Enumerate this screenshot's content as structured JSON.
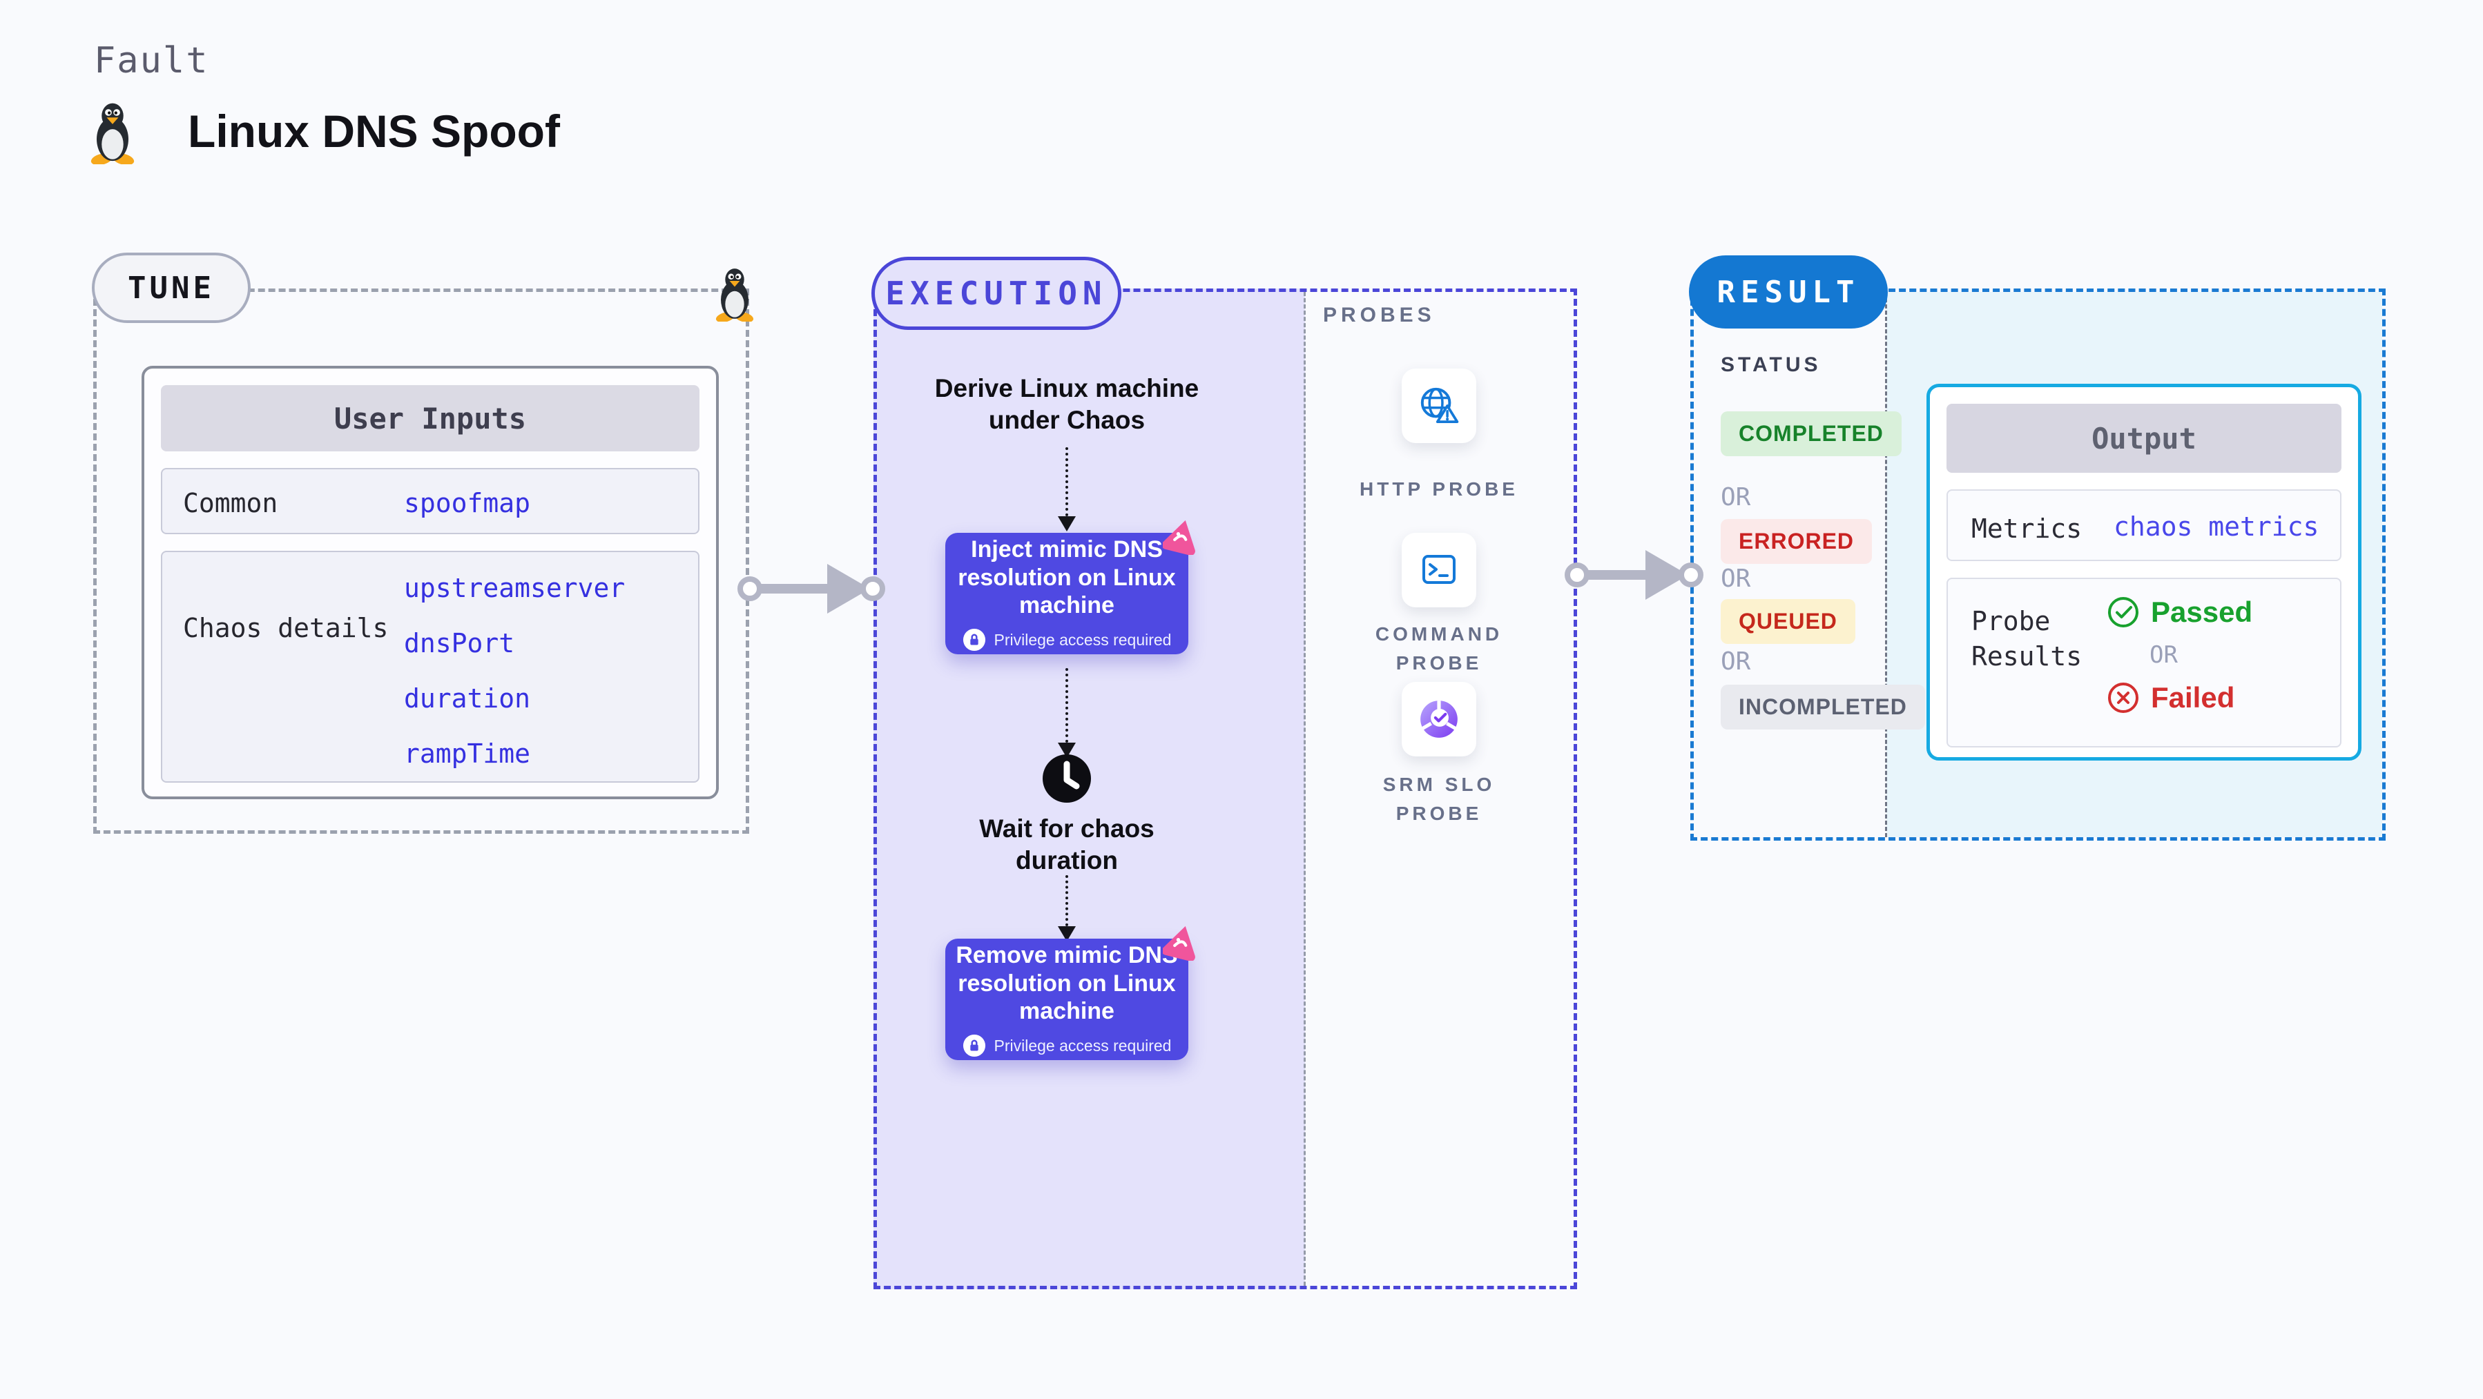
{
  "page": {
    "kicker": "Fault",
    "title": "Linux DNS Spoof"
  },
  "tune": {
    "label": "TUNE",
    "table": {
      "header": "User Inputs",
      "rows": [
        {
          "label": "Common",
          "values": [
            "spoofmap"
          ]
        },
        {
          "label": "Chaos details",
          "values": [
            "upstreamserver",
            "dnsPort",
            "duration",
            "rampTime"
          ]
        }
      ]
    }
  },
  "execution": {
    "label": "EXECUTION",
    "flow": {
      "derive_line1": "Derive Linux machine",
      "derive_line2": "under Chaos",
      "inject_title": "Inject mimic DNS resolution on Linux machine",
      "privilege_note": "Privilege access required",
      "wait_line1": "Wait for chaos",
      "wait_line2": "duration",
      "remove_title": "Remove mimic DNS resolution on Linux machine"
    },
    "probes": {
      "label": "PROBES",
      "items": [
        {
          "name": "HTTP PROBE"
        },
        {
          "name": "COMMAND PROBE"
        },
        {
          "name": "SRM SLO PROBE"
        }
      ]
    }
  },
  "result": {
    "label": "RESULT",
    "status": {
      "label": "STATUS",
      "or": "OR",
      "chips": [
        {
          "text": "COMPLETED"
        },
        {
          "text": "ERRORED"
        },
        {
          "text": "QUEUED"
        },
        {
          "text": "INCOMPLETED"
        }
      ]
    },
    "output": {
      "header": "Output",
      "metrics_label": "Metrics",
      "metrics_value": "chaos metrics",
      "probe_results_label": "Probe Results",
      "passed": "Passed",
      "or": "OR",
      "failed": "Failed"
    }
  },
  "colors": {
    "execution_accent": "#4b46d8",
    "result_accent": "#1478d2",
    "output_border": "#16aae2",
    "node_fill": "#4f49e2",
    "badge_pink": "#f0559c",
    "param_link_blue": "#3530e0",
    "metrics_link_blue": "#4947ea",
    "passed_green": "#18a12e",
    "failed_red": "#d32f2f",
    "completed_green": "#17822a",
    "errored_red": "#c92222",
    "queued_text": "#c5281c",
    "queued_bg": "#fcf2cf",
    "probe_icon_blue": "#1479d8",
    "srm_icon_purple": "#7c3bf0"
  }
}
